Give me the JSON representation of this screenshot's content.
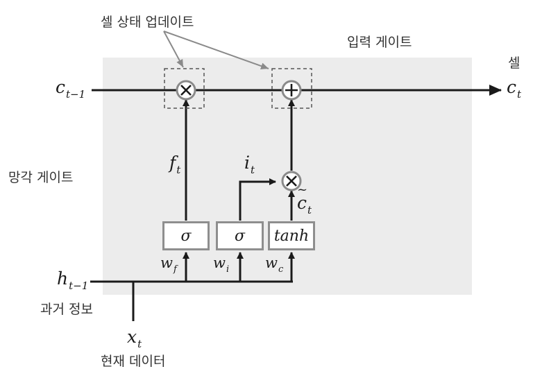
{
  "labels": {
    "cell_state_update": "셀 상태 업데이트",
    "input_gate": "입력 게이트",
    "cell": "셀",
    "forget_gate": "망각 게이트",
    "past_info": "과거 정보",
    "current_data": "현재 데이터"
  },
  "math": {
    "c_prev": {
      "base": "c",
      "sub": "t−1"
    },
    "c_t": {
      "base": "c",
      "sub": "t"
    },
    "f_t": {
      "base": "f",
      "sub": "t"
    },
    "i_t": {
      "base": "i",
      "sub": "t"
    },
    "c_tilde": {
      "base": "c",
      "sub": "t"
    },
    "h_prev": {
      "base": "h",
      "sub": "t−1"
    },
    "x_t": {
      "base": "x",
      "sub": "t"
    },
    "w_f": {
      "base": "w",
      "sub": "f"
    },
    "w_i": {
      "base": "w",
      "sub": "i"
    },
    "w_c": {
      "base": "w",
      "sub": "c"
    }
  },
  "gates": {
    "sigma_f": "σ",
    "sigma_i": "σ",
    "tanh": "tanh"
  },
  "operators": {
    "multiply": "multiply-operator",
    "add": "add-operator",
    "multiply_input": "multiply-operator"
  },
  "colors": {
    "region": "#ececec",
    "line": "#1a1a1a",
    "gray_line": "#8a8a8a",
    "gate_border": "#8e8e8e",
    "operator_fill": "#ffffff"
  }
}
